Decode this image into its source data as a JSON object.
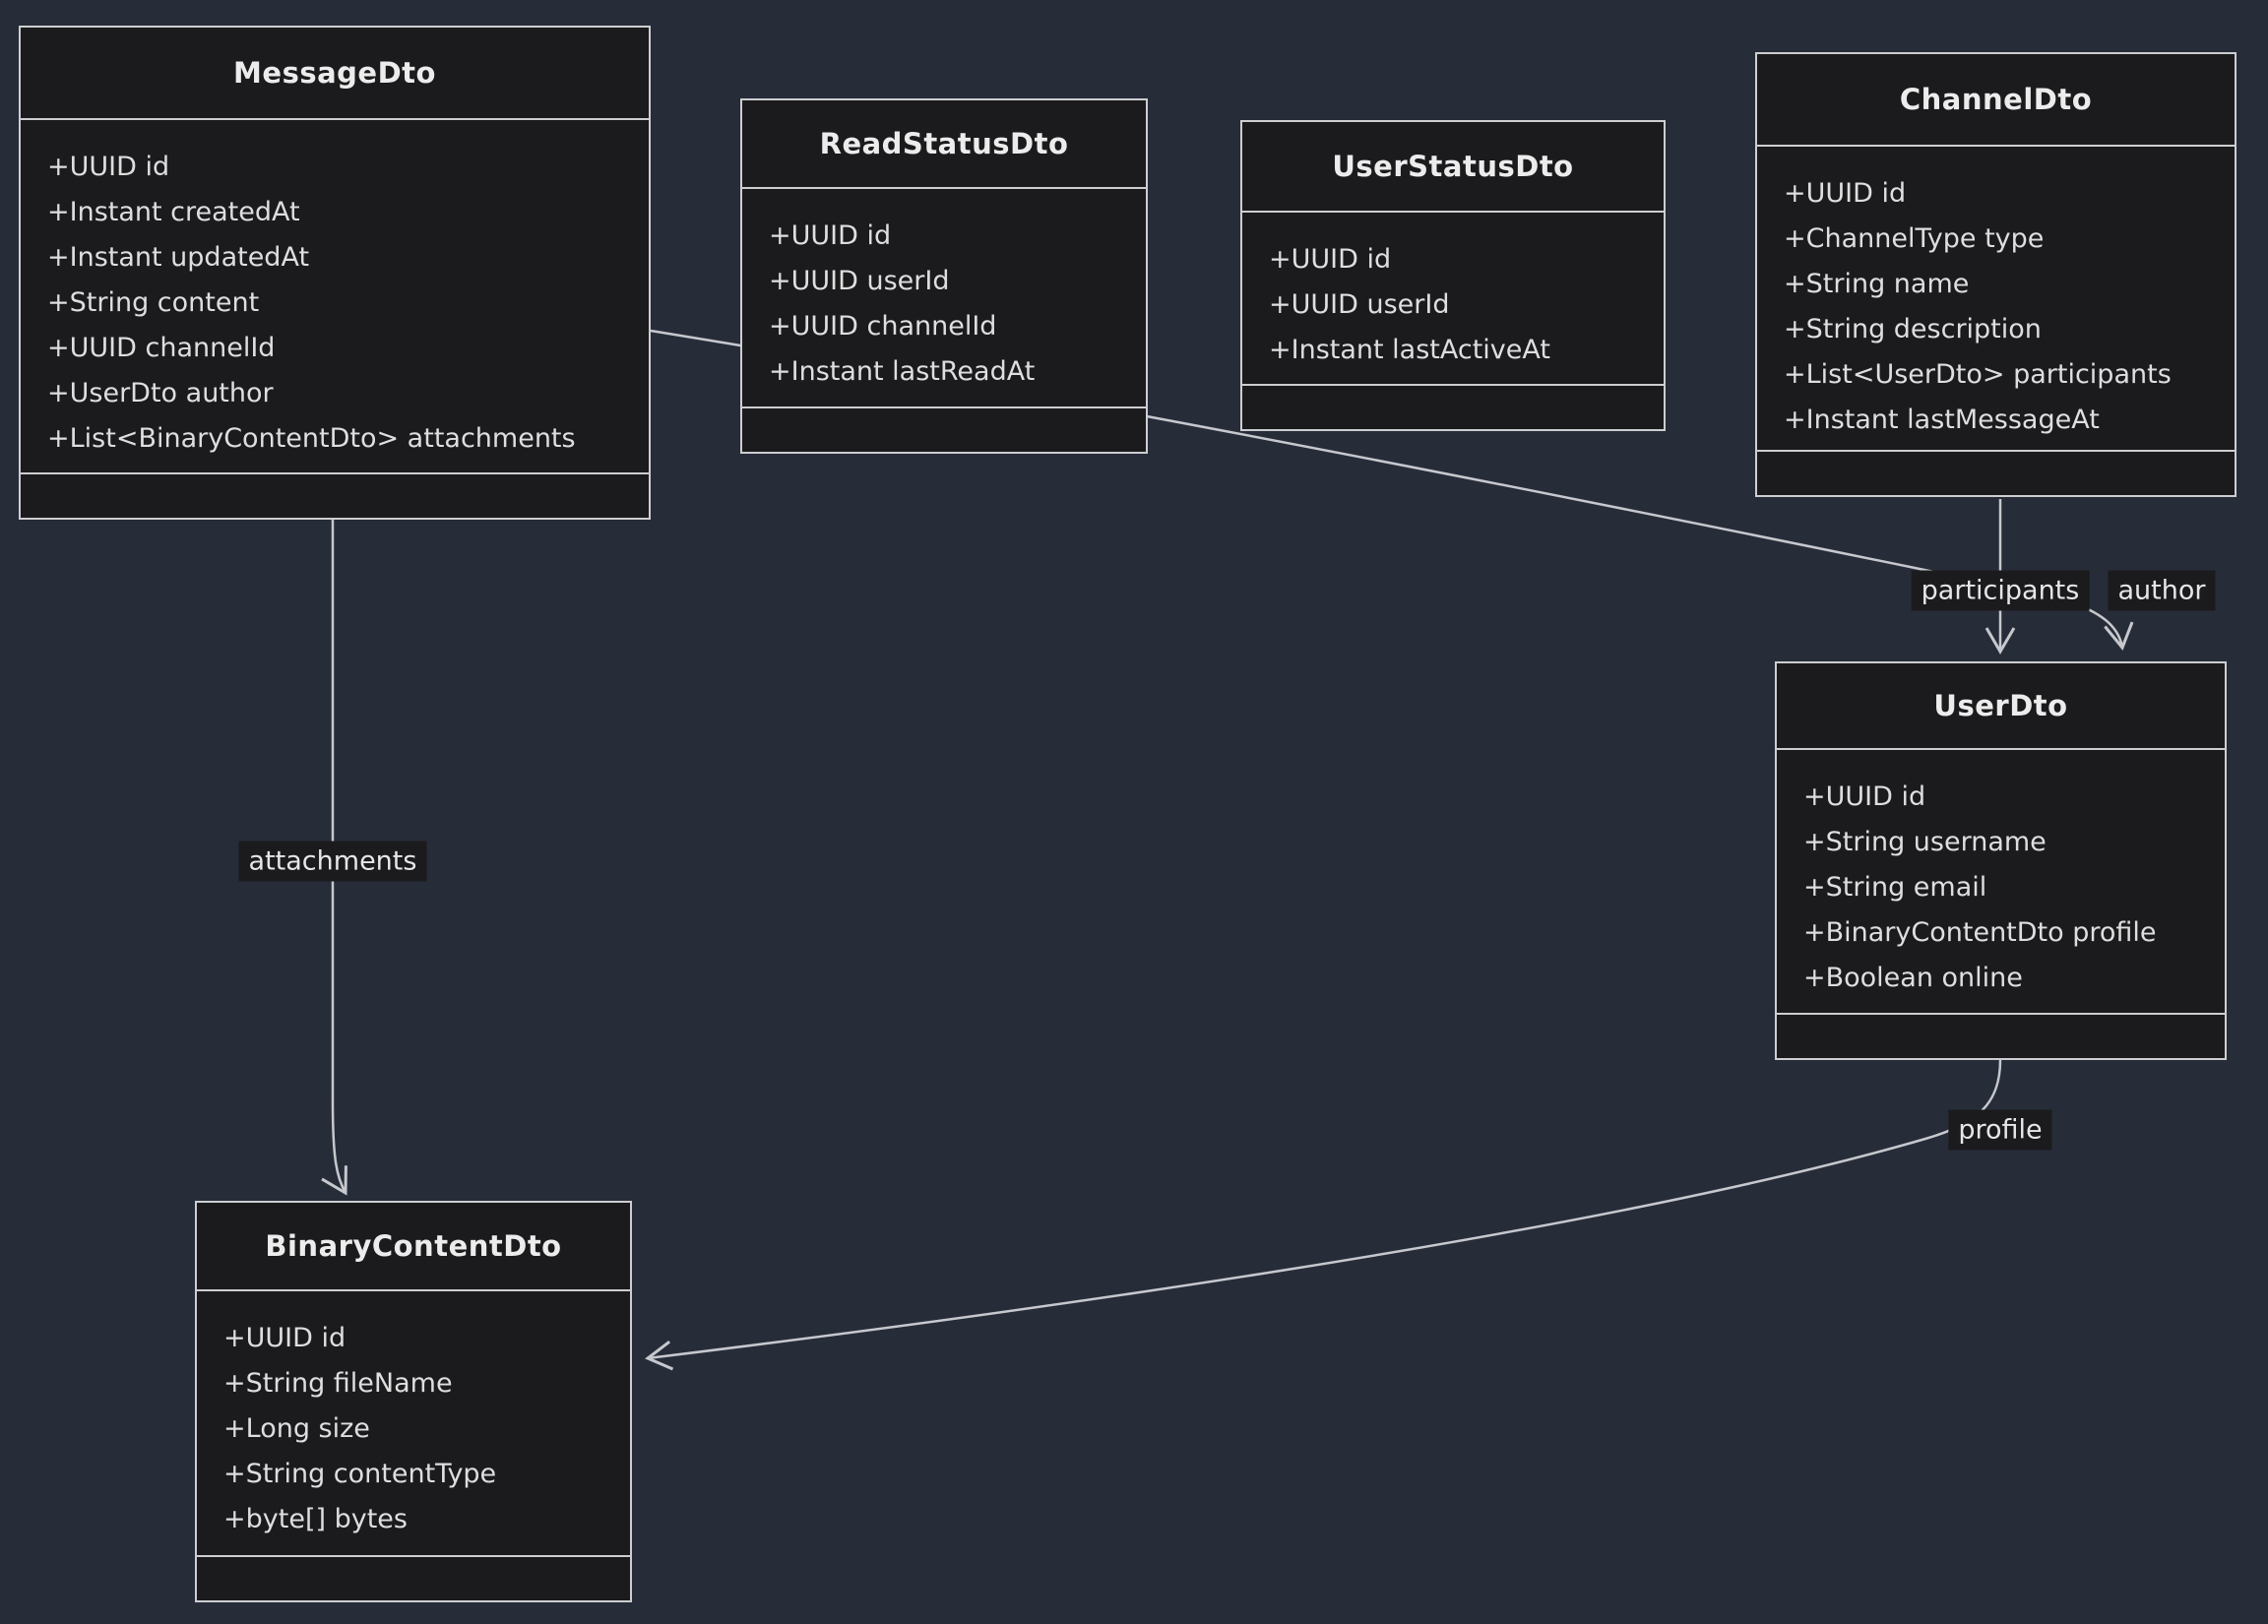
{
  "diagram": {
    "kind": "uml-class-diagram",
    "classes": [
      {
        "name": "MessageDto",
        "attributes": [
          "+UUID id",
          "+Instant createdAt",
          "+Instant updatedAt",
          "+String content",
          "+UUID channelId",
          "+UserDto author",
          "+List<BinaryContentDto> attachments"
        ],
        "methods": []
      },
      {
        "name": "ReadStatusDto",
        "attributes": [
          "+UUID id",
          "+UUID userId",
          "+UUID channelId",
          "+Instant lastReadAt"
        ],
        "methods": []
      },
      {
        "name": "UserStatusDto",
        "attributes": [
          "+UUID id",
          "+UUID userId",
          "+Instant lastActiveAt"
        ],
        "methods": []
      },
      {
        "name": "ChannelDto",
        "attributes": [
          "+UUID id",
          "+ChannelType type",
          "+String name",
          "+String description",
          "+List<UserDto> participants",
          "+Instant lastMessageAt"
        ],
        "methods": []
      },
      {
        "name": "UserDto",
        "attributes": [
          "+UUID id",
          "+String username",
          "+String email",
          "+BinaryContentDto profile",
          "+Boolean online"
        ],
        "methods": []
      },
      {
        "name": "BinaryContentDto",
        "attributes": [
          "+UUID id",
          "+String fileName",
          "+Long size",
          "+String contentType",
          "+byte[] bytes"
        ],
        "methods": []
      }
    ],
    "edges": [
      {
        "from": "MessageDto",
        "to": "BinaryContentDto",
        "label": "attachments",
        "arrow": "open-v"
      },
      {
        "from": "ChannelDto",
        "to": "UserDto",
        "label": "participants",
        "arrow": "open-v"
      },
      {
        "from": "MessageDto",
        "to": "UserDto",
        "label": "author",
        "arrow": "open-v"
      },
      {
        "from": "UserDto",
        "to": "BinaryContentDto",
        "label": "profile",
        "arrow": "open-v"
      }
    ],
    "colors": {
      "background": "#272c39",
      "node_fill": "#1b1b1d",
      "node_border": "#cdced1",
      "edge_line": "#c6c8cd",
      "text": "#e6e6e7",
      "label_background": "#1b1b1d"
    }
  }
}
